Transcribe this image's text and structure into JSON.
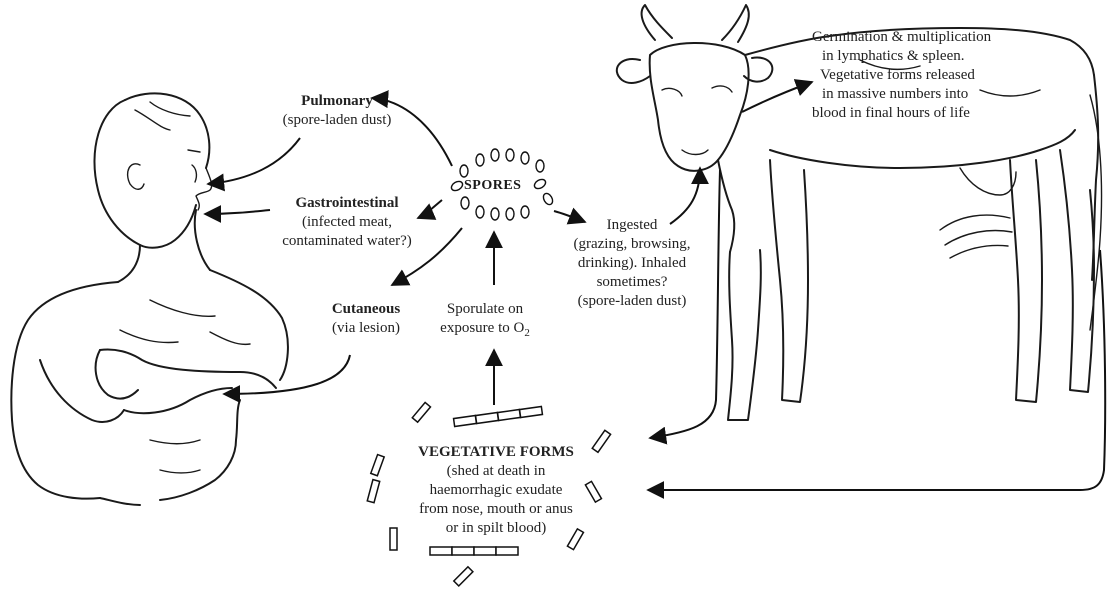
{
  "labels": {
    "pulmonary_title": "Pulmonary",
    "pulmonary_sub": "(spore-laden dust)",
    "gastro_title": "Gastrointestinal",
    "gastro_sub1": "(infected meat,",
    "gastro_sub2": "contaminated water?)",
    "cutaneous_title": "Cutaneous",
    "cutaneous_sub": "(via lesion)",
    "spores": "SPORES",
    "sporulate_1": "Sporulate on",
    "sporulate_2": "exposure to O",
    "sporulate_sub": "2",
    "ingested_1": "Ingested",
    "ingested_2": "(grazing, browsing,",
    "ingested_3": "drinking). Inhaled",
    "ingested_4": "sometimes?",
    "ingested_5": "(spore-laden dust)",
    "germination_1": "Germination & multiplication",
    "germination_2": "in lymphatics & spleen.",
    "germination_3": "Vegetative forms released",
    "germination_4": "in massive numbers into",
    "germination_5": "blood in final hours of life",
    "vegetative_title": "VEGETATIVE FORMS",
    "vegetative_1": "(shed at death in",
    "vegetative_2": "haemorrhagic exudate",
    "vegetative_3": "from nose, mouth or anus",
    "vegetative_4": "or in spilt blood)"
  },
  "icons": {
    "human": "human-figure-icon",
    "cow": "cow-figure-icon",
    "spore_cluster": "spore-cluster-icon",
    "bacilli": "bacillus-rod-icon"
  }
}
